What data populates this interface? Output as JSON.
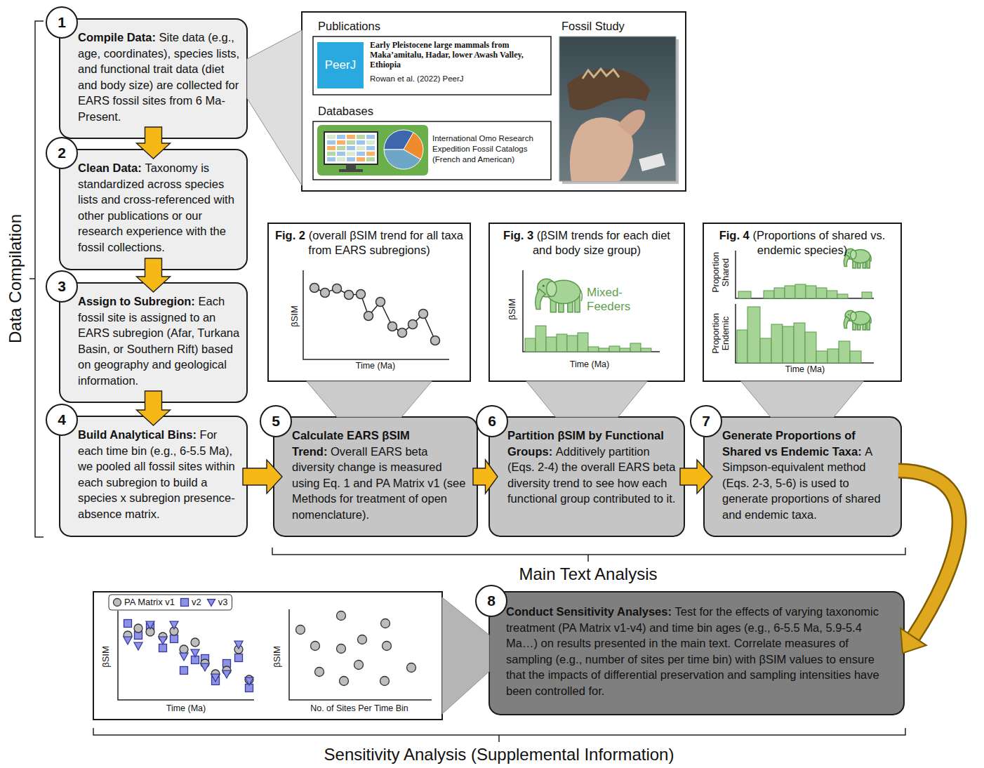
{
  "diagram": {
    "nodes": [
      {
        "text": [
          "Compile Data:",
          "Site data (e.g., age, coordinates), species lists, and functional trait data (diet and body size) are collected for EARS fossil sites from 6 Ma-Present."
        ]
      },
      {
        "text": [
          "1"
        ],
        "in": 0
      },
      {
        "text": [
          "Clean Data:",
          "Taxonomy is standardized across species lists and cross-referenced with other publications or our research experience with the fossil collections."
        ]
      },
      {
        "text": [
          "2"
        ],
        "in": 2
      },
      {
        "text": [
          "Assign to Subregion:",
          "Each fossil site is assigned to an EARS subregion (Afar, Turkana Basin, or Southern Rift) based on geography and geological information."
        ]
      },
      {
        "text": [
          "3"
        ],
        "in": 4
      },
      {
        "text": [
          "Build Analytical Bins:",
          "For each time bin (e.g., 6-5.5 Ma), we pooled all fossil sites within each subregion to build a species x subregion presence-absence matrix."
        ]
      },
      {
        "text": [
          "4"
        ],
        "in": 6
      },
      {
        "text": [
          "Fossil Study"
        ]
      },
      {
        "text": [
          "Publications",
          "Early Pleistocene large mammals from Maka’amitalu, Hadar, lower Awash Valley, Ethiopia",
          "Rowan et al. (2022) PeerJ"
        ],
        "in": 8
      },
      {
        "text": [
          "PeerJ"
        ],
        "in": 9
      },
      {
        "text": [
          "Databases",
          "International Omo Research Expedition Fossil Catalogs (French and American)"
        ],
        "in": 8
      },
      {
        "text": [
          "Fig. 2",
          "(overall βSIM trend for all taxa from EARS subregions)",
          "βSIM",
          "Time (Ma)"
        ]
      },
      {
        "text": [
          "Fig. 3",
          "(βSIM trends for each diet and body size group)",
          "βSIM",
          "Mixed-Feeders",
          "Time (Ma)"
        ]
      },
      {
        "text": [
          "Fig. 4",
          "(Proportions of shared vs. endemic species)",
          "Proportion Shared",
          "Proportion Endemic",
          "Time (Ma)"
        ]
      },
      {
        "text": [
          "Calculate EARS βSIM Trend:",
          "Overall EARS beta diversity change is measured using Eq. 1 and PA Matrix v1 (see Methods for treatment of open nomenclature)."
        ]
      },
      {
        "text": [
          "5"
        ],
        "in": 15
      },
      {
        "text": [
          "Partition βSIM by Functional Groups:",
          "Additively partition (Eqs. 2-4) the overall EARS beta diversity trend to see how each functional group contributed to it."
        ]
      },
      {
        "text": [
          "6"
        ],
        "in": 17
      },
      {
        "text": [
          "Generate Proportions of Shared vs Endemic Taxa:",
          "A Simpson-equivalent method (Eqs. 2-3, 5-6) is used to generate proportions of shared and endemic taxa."
        ]
      },
      {
        "text": [
          "7"
        ],
        "in": 19
      },
      {
        "text": [
          "βSIM",
          "Time (Ma)",
          "βSIM",
          "No. of Sites Per Time Bin"
        ]
      },
      {
        "text": [
          "Conduct Sensitivity Analyses:",
          "Test for the effects of varying taxonomic treatment (PA Matrix v1-v4) and time bin ages (e.g., 6-5.5 Ma, 5.9-5.4 Ma…) on results presented in the main text. Correlate measures of sampling (e.g., number of sites per time bin) with βSIM values to ensure that the impacts of differential preservation and sampling intensities have been controlled for."
        ]
      },
      {
        "text": [
          "8"
        ],
        "in": 22
      }
    ],
    "edges": [
      {
        "from": 0,
        "to": 2,
        "arrow": "to"
      },
      {
        "from": 2,
        "to": 4,
        "arrow": "to"
      },
      {
        "from": 4,
        "to": 6,
        "arrow": "to"
      },
      {
        "from": 6,
        "to": 15,
        "arrow": "to"
      },
      {
        "from": 15,
        "to": 17,
        "arrow": "to"
      },
      {
        "from": 17,
        "to": 19,
        "arrow": "to"
      },
      {
        "from": 19,
        "to": 22,
        "arrow": "to"
      },
      {
        "from": 8,
        "to": 0,
        "arrow": "none"
      },
      {
        "from": 12,
        "to": 15,
        "arrow": "none"
      },
      {
        "from": 13,
        "to": 17,
        "arrow": "none"
      },
      {
        "from": 14,
        "to": 19,
        "arrow": "none"
      },
      {
        "from": 21,
        "to": 22,
        "arrow": "none"
      }
    ],
    "labels": [
      "Data Compilation",
      "Main Text Analysis",
      "Sensitivity Analysis (Supplemental Information)"
    ],
    "legend": [
      {
        "text": "PA Matrix v1"
      },
      {
        "text": "v2"
      },
      {
        "text": "v3"
      }
    ]
  }
}
